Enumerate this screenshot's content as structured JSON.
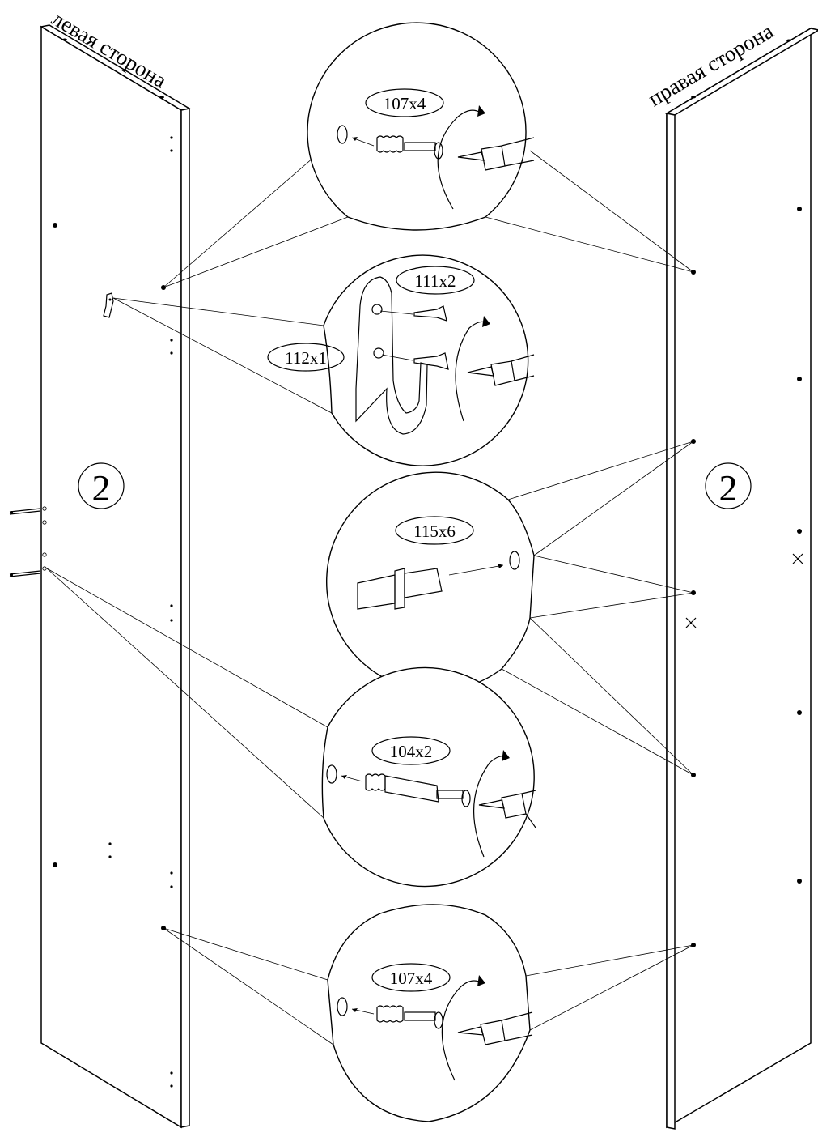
{
  "labels": {
    "left_side": "левая сторона",
    "right_side": "правая сторона",
    "left_panel_number": "2",
    "right_panel_number": "2"
  },
  "callouts": {
    "top_minifix": "107x4",
    "hook_screws": "111x2",
    "hook": "112x1",
    "dowels": "115x6",
    "middle_connector": "104x2",
    "bottom_minifix": "107x4"
  },
  "icons": [
    "screwdriver-icon",
    "rotate-arrow-icon",
    "dowel-icon",
    "minifix-pin-icon",
    "hook-icon",
    "screw-icon"
  ]
}
